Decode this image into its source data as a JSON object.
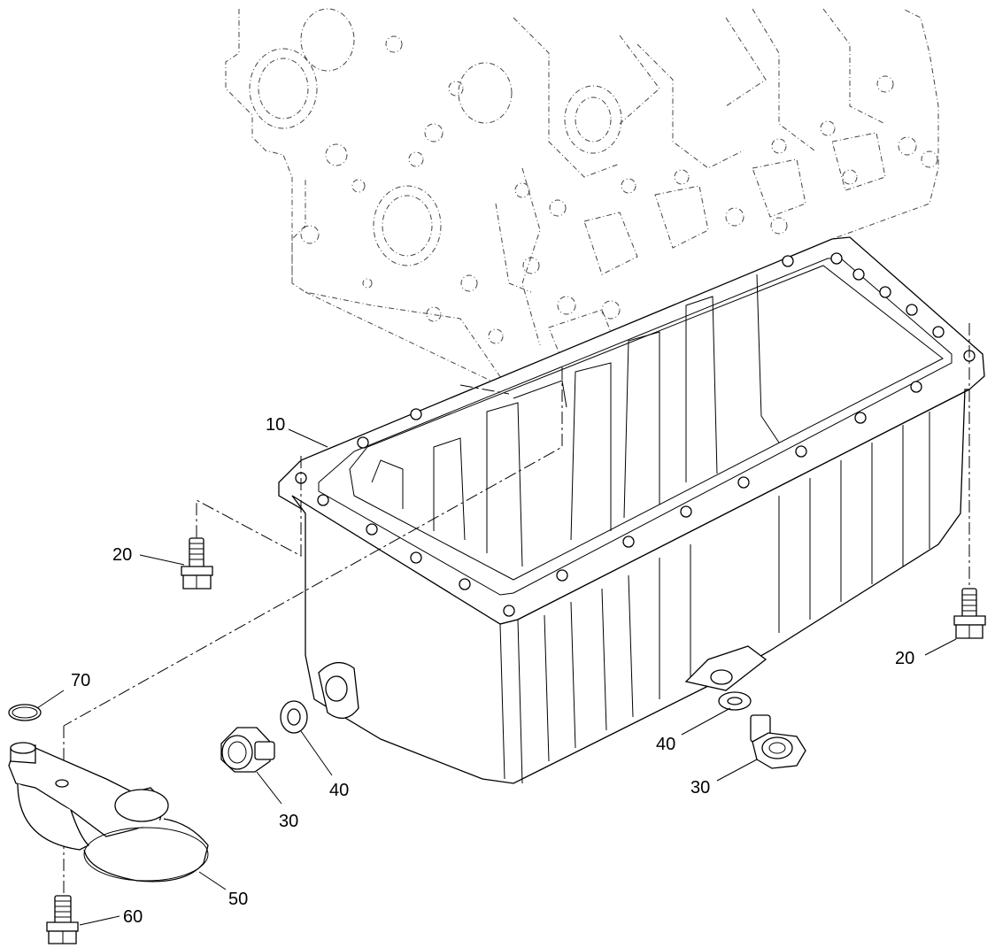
{
  "diagram": {
    "callouts": [
      {
        "id": "c10a",
        "label": "10"
      },
      {
        "id": "c20a",
        "label": "20"
      },
      {
        "id": "c20b",
        "label": "20"
      },
      {
        "id": "c70",
        "label": "70"
      },
      {
        "id": "c30a",
        "label": "30"
      },
      {
        "id": "c40a",
        "label": "40"
      },
      {
        "id": "c40b",
        "label": "40"
      },
      {
        "id": "c30b",
        "label": "30"
      },
      {
        "id": "c50",
        "label": "50"
      },
      {
        "id": "c60",
        "label": "60"
      }
    ]
  }
}
